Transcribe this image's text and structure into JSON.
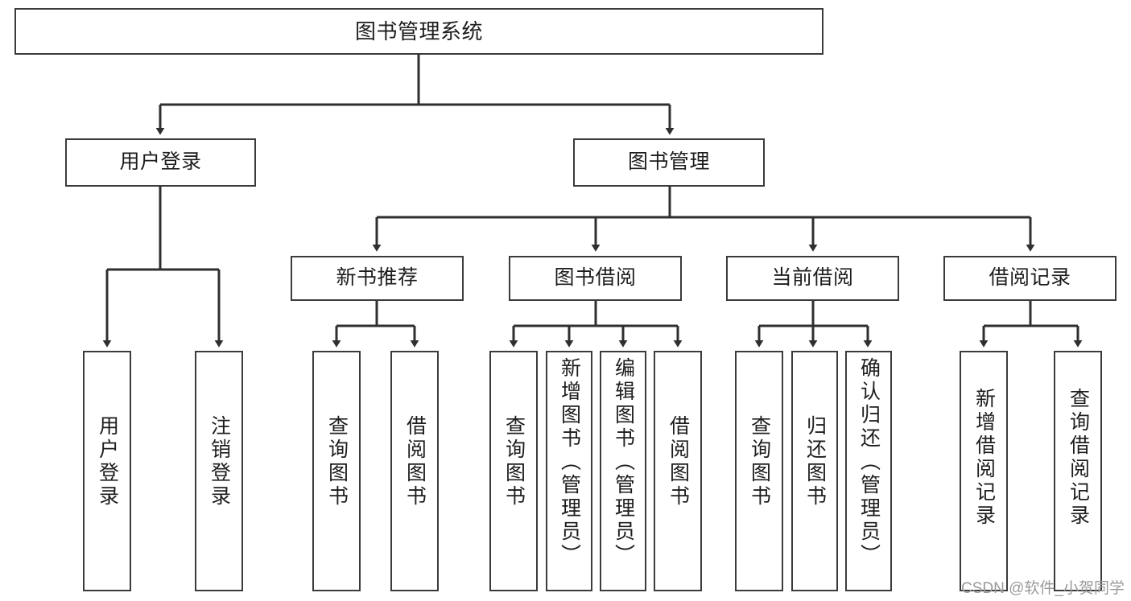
{
  "diagram": {
    "title": "图书管理系统",
    "type": "tree",
    "root": {
      "label": "图书管理系统"
    },
    "level2": [
      {
        "label": "用户登录"
      },
      {
        "label": "图书管理"
      }
    ],
    "level3": [
      {
        "label": "新书推荐"
      },
      {
        "label": "图书借阅"
      },
      {
        "label": "当前借阅"
      },
      {
        "label": "借阅记录"
      }
    ],
    "leaves": {
      "user_login": [
        {
          "label": "用户登录"
        },
        {
          "label": "注销登录"
        }
      ],
      "new_book_recommend": [
        {
          "label": "查询图书"
        },
        {
          "label": "借阅图书"
        }
      ],
      "book_borrow": [
        {
          "label": "查询图书"
        },
        {
          "label": "新增图书（管理员）"
        },
        {
          "label": "编辑图书（管理员）"
        },
        {
          "label": "借阅图书"
        }
      ],
      "current_borrow": [
        {
          "label": "查询图书"
        },
        {
          "label": "归还图书"
        },
        {
          "label": "确认归还（管理员）"
        }
      ],
      "borrow_record": [
        {
          "label": "新增借阅记录"
        },
        {
          "label": "查询借阅记录"
        }
      ]
    }
  },
  "watermark": {
    "text": "CSDN @软件_小贺同学"
  },
  "colors": {
    "stroke": "#3b3b3b",
    "text": "#1d1d1d",
    "background": "#ffffff",
    "watermark": "#9a9a9a"
  }
}
